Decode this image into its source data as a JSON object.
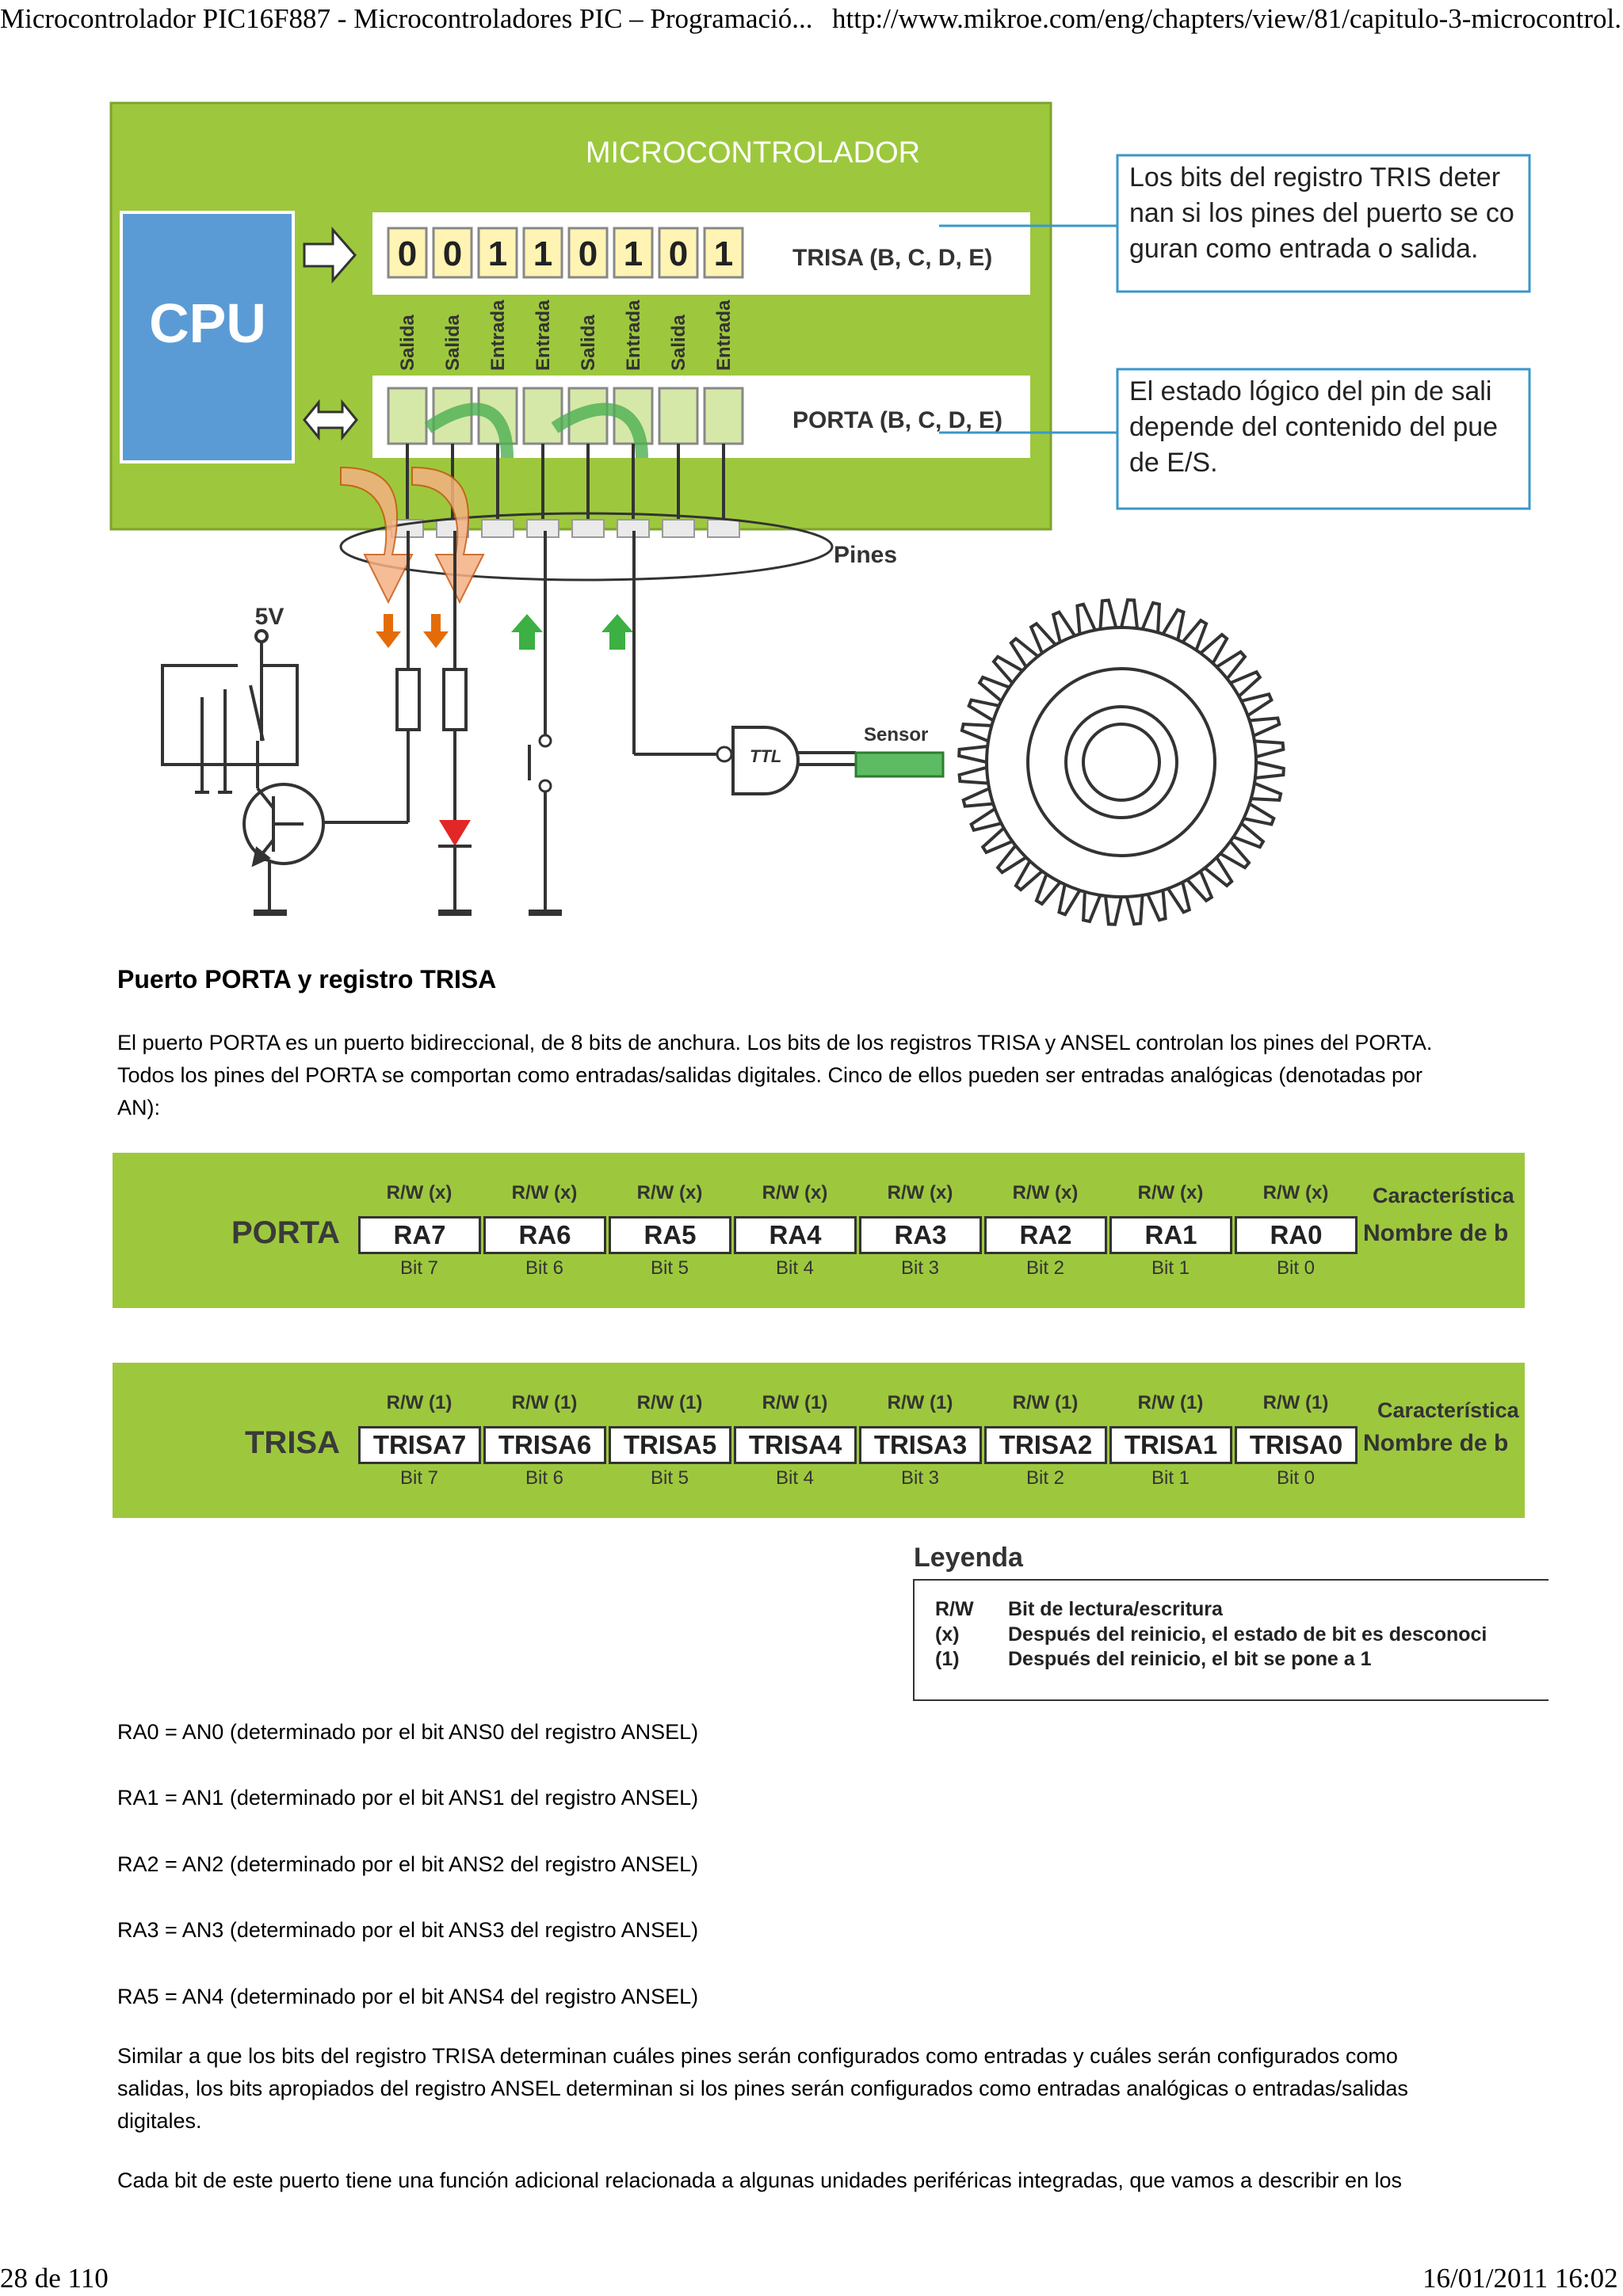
{
  "header": {
    "left": "Microcontrolador PIC16F887 - Microcontroladores PIC – Programació...",
    "right": "http://www.mikroe.com/eng/chapters/view/81/capitulo-3-microcontrol..."
  },
  "footer": {
    "left": "28 de 110",
    "right": "16/01/2011 16:02"
  },
  "diagram": {
    "title": "MICROCONTROLADOR",
    "cpu": "CPU",
    "trisa_bits": [
      "0",
      "0",
      "1",
      "1",
      "0",
      "1",
      "0",
      "1"
    ],
    "trisa_label": "TRISA (B, C, D, E)",
    "porta_label": "PORTA (B, C, D, E)",
    "directions": [
      "Salida",
      "Salida",
      "Entrada",
      "Entrada",
      "Salida",
      "Entrada",
      "Salida",
      "Entrada"
    ],
    "pins_label": "Pines",
    "voltage": "5V",
    "ttl": "TTL",
    "sensor": "Sensor",
    "note1": [
      "Los bits del registro TRIS deter",
      "nan si los pines del puerto se co",
      "guran como entrada o salida."
    ],
    "note2": [
      "El estado lógico del pin de sali",
      "depende del contenido del pue",
      "de E/S."
    ]
  },
  "section": {
    "heading": "Puerto PORTA y registro TRISA",
    "intro": [
      "El puerto PORTA es un puerto bidireccional, de 8 bits de anchura. Los bits de los registros TRISA y ANSEL controlan los pines del PORTA.",
      "Todos los pines del PORTA se comportan como entradas/salidas digitales. Cinco de ellos pueden ser entradas analógicas (denotadas por",
      "AN):"
    ]
  },
  "registers": {
    "porta": {
      "name": "PORTA",
      "attrs": [
        "R/W (x)",
        "R/W (x)",
        "R/W (x)",
        "R/W (x)",
        "R/W (x)",
        "R/W (x)",
        "R/W (x)",
        "R/W (x)"
      ],
      "bits": [
        "RA7",
        "RA6",
        "RA5",
        "RA4",
        "RA3",
        "RA2",
        "RA1",
        "RA0"
      ],
      "bit_labels": [
        "Bit 7",
        "Bit 6",
        "Bit 5",
        "Bit 4",
        "Bit 3",
        "Bit 2",
        "Bit 1",
        "Bit 0"
      ],
      "side_top": "Característica",
      "side_bottom": "Nombre de b"
    },
    "trisa": {
      "name": "TRISA",
      "attrs": [
        "R/W (1)",
        "R/W (1)",
        "R/W (1)",
        "R/W (1)",
        "R/W (1)",
        "R/W (1)",
        "R/W (1)",
        "R/W (1)"
      ],
      "bits": [
        "TRISA7",
        "TRISA6",
        "TRISA5",
        "TRISA4",
        "TRISA3",
        "TRISA2",
        "TRISA1",
        "TRISA0"
      ],
      "bit_labels": [
        "Bit 7",
        "Bit 6",
        "Bit 5",
        "Bit 4",
        "Bit 3",
        "Bit 2",
        "Bit 1",
        "Bit 0"
      ],
      "side_top": "Característica",
      "side_bottom": "Nombre de b"
    }
  },
  "legend": {
    "title": "Leyenda",
    "rows": [
      {
        "key": "R/W",
        "text": "Bit de lectura/escritura"
      },
      {
        "key": "(x)",
        "text": "Después del reinicio, el estado de bit es desconoci"
      },
      {
        "key": "(1)",
        "text": "Después del reinicio, el bit se pone a 1"
      }
    ]
  },
  "ra_lines": [
    "RA0 = AN0 (determinado por el bit ANS0 del registro ANSEL)",
    "RA1 = AN1 (determinado por el bit ANS1 del registro ANSEL)",
    "RA2 = AN2 (determinado por el bit ANS2 del registro ANSEL)",
    "RA3 = AN3 (determinado por el bit ANS3 del registro ANSEL)",
    "RA5 = AN4 (determinado por el bit ANS4 del registro ANSEL)"
  ],
  "paragraph2": [
    "Similar a que los bits del registro TRISA determinan cuáles pines serán configurados como entradas y cuáles serán configurados como",
    "salidas, los bits apropiados del registro ANSEL determinan si los pines serán configurados como entradas analógicas o entradas/salidas",
    "digitales."
  ],
  "paragraph3": "Cada bit de este puerto tiene una función adicional relacionada a algunas unidades periféricas integradas, que vamos a describir en los"
}
